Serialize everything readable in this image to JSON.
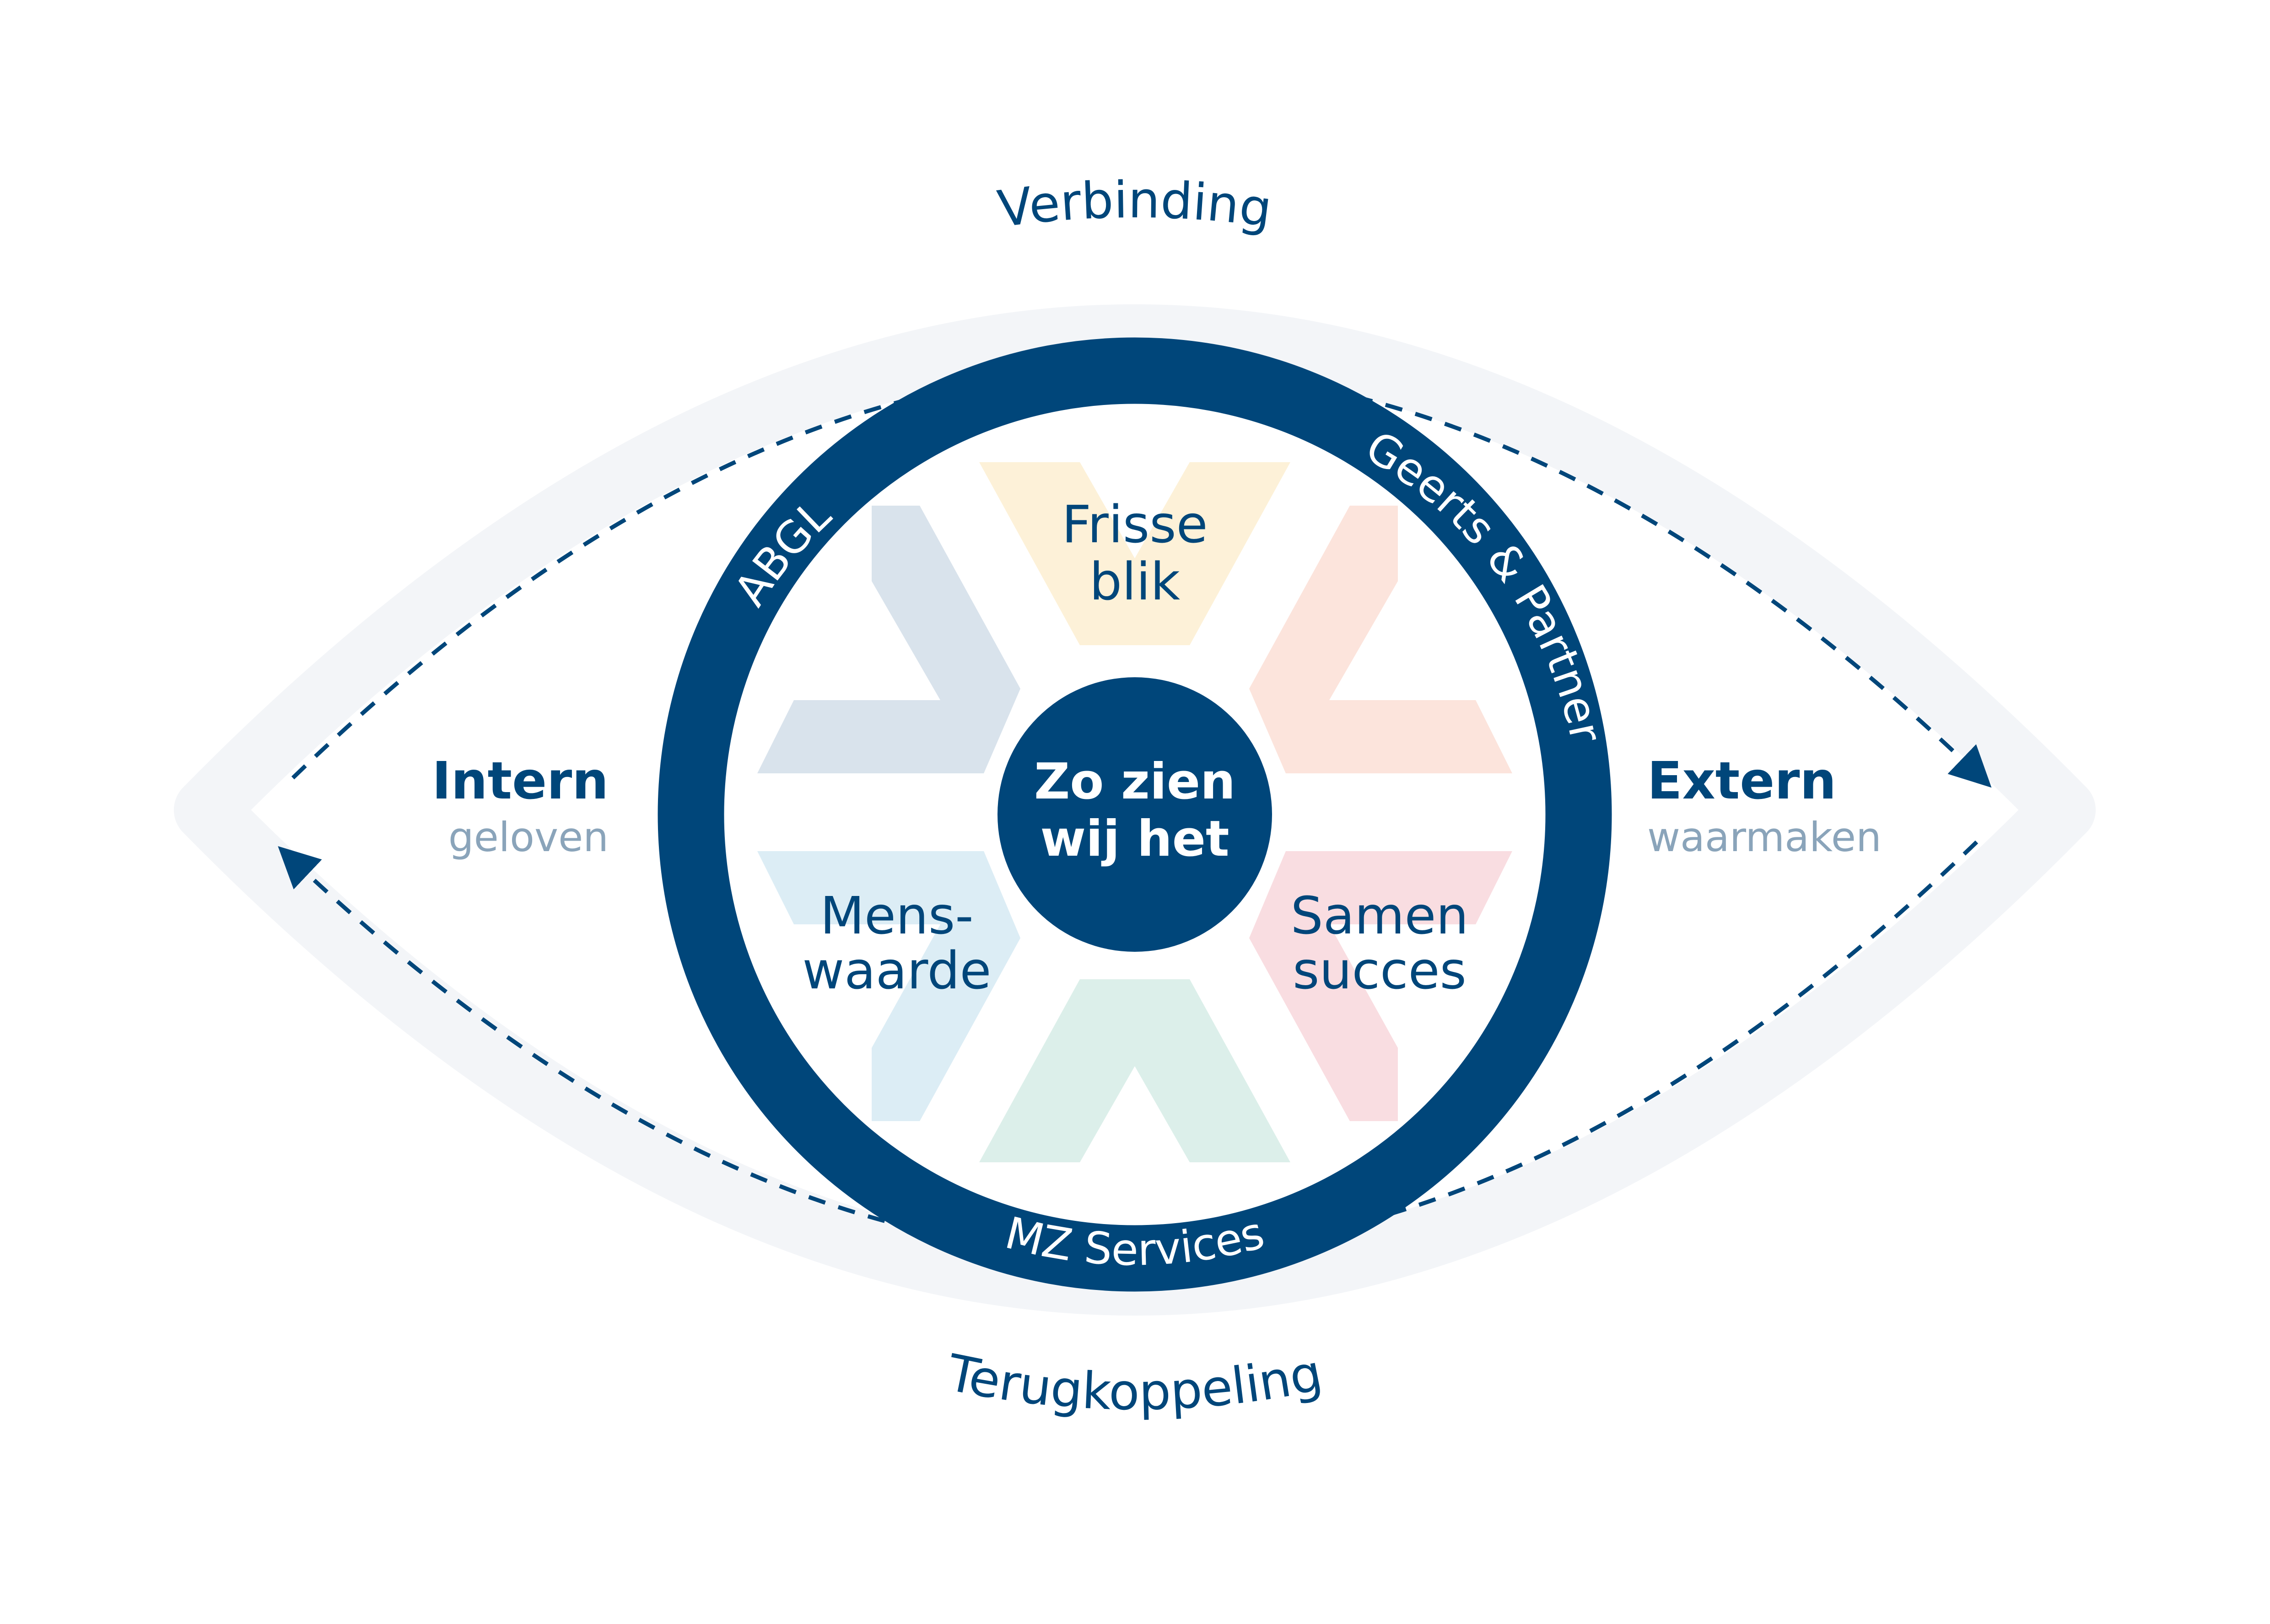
{
  "diagram": {
    "top_arc_label": "Verbinding",
    "bottom_arc_label": "Terugkoppeling",
    "left": {
      "title": "Intern",
      "subtitle": "geloven"
    },
    "right": {
      "title": "Extern",
      "subtitle": "waarmaken"
    },
    "ring_labels": {
      "abgl": "ABGL",
      "geerts": "Geerts & Partners",
      "mz": "MZ Services"
    },
    "center": {
      "line1": "Zo zien",
      "line2": "wij het"
    },
    "segments": {
      "frisse": {
        "line1": "Frisse",
        "line2": "blik",
        "color": "#fdf1d8"
      },
      "samen": {
        "line1": "Samen",
        "line2": "succes",
        "color": "#f9dde1"
      },
      "mens": {
        "line1": "Mens-",
        "line2": "waarde",
        "color": "#dcedf5"
      },
      "grey": {
        "color": "#d9e3ec"
      },
      "peach": {
        "color": "#fce4dc"
      },
      "mint": {
        "color": "#dcefea"
      }
    }
  },
  "colors": {
    "navy": "#00467a",
    "eye_band": "#f3f5f8",
    "muted": "#8aa4ba"
  }
}
